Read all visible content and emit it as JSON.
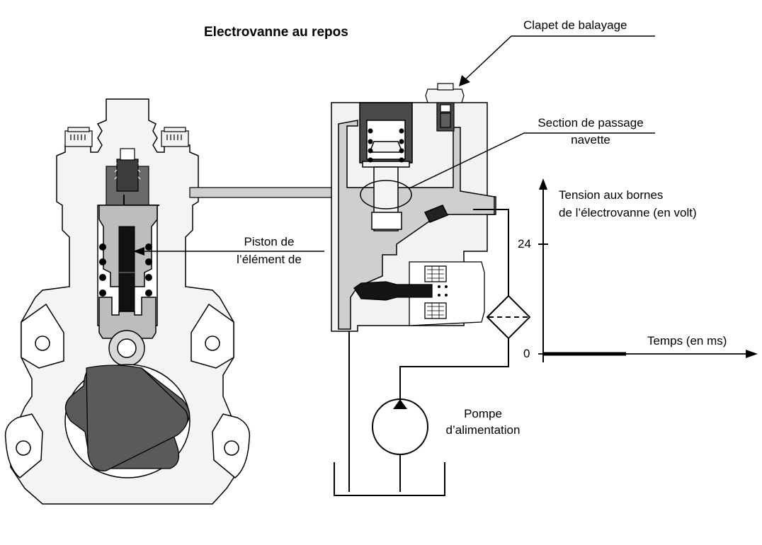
{
  "title": "Electrovanne au repos",
  "labels": {
    "clapet": "Clapet de balayage",
    "section_line1": "Section de passage",
    "section_line2": "navette",
    "piston_line1": "Piston de",
    "piston_line2": "l’élément de",
    "pompe_line1": "Pompe",
    "pompe_line2": "d’alimentation"
  },
  "graph": {
    "ylabel_line1": "Tension aux bornes",
    "ylabel_line2": "de l’électrovanne (en volt)",
    "xlabel": "Temps (en ms)",
    "yticks": [
      "24",
      "0"
    ],
    "signal": "0 V constant (electrovanne au repos)"
  },
  "colors": {
    "line": "#000000",
    "body_light": "#f2f2f2",
    "fluid": "#d0d0d0",
    "part_mid": "#bdbdbd",
    "part_dark": "#5a5a5a",
    "piston": "#111111"
  }
}
